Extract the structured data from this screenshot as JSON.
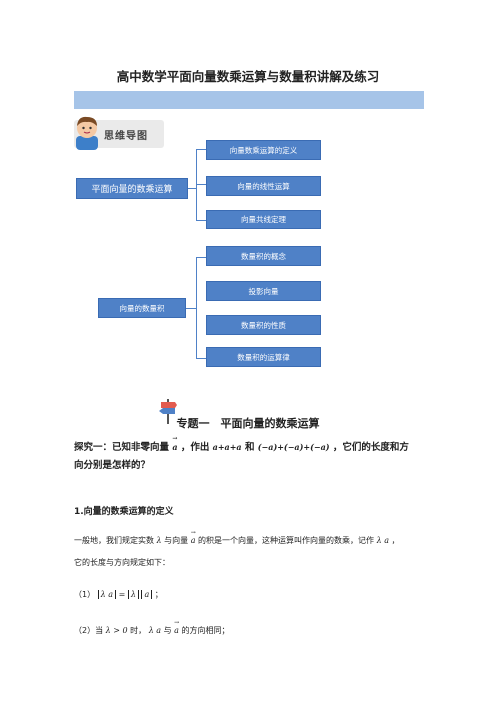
{
  "doc": {
    "title": "高中数学平面向量数乘运算与数量积讲解及练习",
    "mindmap_badge": "思维导图",
    "group1": {
      "root": "平面向量的数乘运算",
      "items": [
        "向量数乘运算的定义",
        "向量的线性运算",
        "向量共线定理"
      ]
    },
    "group2": {
      "root": "向量的数量积",
      "items": [
        "数量积的概念",
        "投影向量",
        "数量积的性质",
        "数量积的运算律"
      ]
    },
    "section_title": "专题一　平面向量的数乘运算",
    "explore": {
      "prefix": "探究一：已知非零向量",
      "mid1": "，作出",
      "expr1": "a+a+a",
      "mid2": "和",
      "expr2": "(−a)+(−a)+(−a)",
      "suffix": "，它们的长度和方",
      "line2": "向分别是怎样的？"
    },
    "heading1": "1.向量的数乘运算的定义",
    "def": {
      "p1a": "一般地，我们规定实数",
      "p1b": "与向量",
      "p1c": "的积是一个向量，这种运算叫作向量的数乘，记作",
      "p1d": "，",
      "p2": "它的长度与方向规定如下："
    },
    "rules": {
      "r1_label": "（1）",
      "r1_end": "；",
      "r2_label": "（2）当",
      "r2_cond": "λ > 0",
      "r2_mid": "时，",
      "r2_mid2": "与",
      "r2_end": "的方向相同；"
    },
    "symbols": {
      "a": "a",
      "lambda": "λ",
      "lambda_a": "λ a",
      "eq": "="
    },
    "colors": {
      "band": "#a6c4e8",
      "box": "#4f81c7"
    }
  }
}
